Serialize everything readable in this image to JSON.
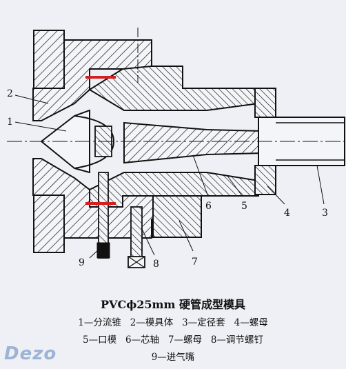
{
  "figure": {
    "title": "PVCϕ25mm 硬管成型模具",
    "legend": [
      "1—分流锥   2—模具体   3—定径套   4—螺母",
      "5—口模   6—芯轴   7—螺母   8—调节螺钉",
      "9—进气嘴"
    ],
    "part_numbers": [
      "1",
      "2",
      "3",
      "4",
      "5",
      "6",
      "7",
      "8",
      "9"
    ],
    "watermark": "Dezo"
  },
  "colors": {
    "background": "#eef0f5",
    "line": "#111111",
    "accent": "#d42020",
    "watermark": "#9db3d6"
  }
}
